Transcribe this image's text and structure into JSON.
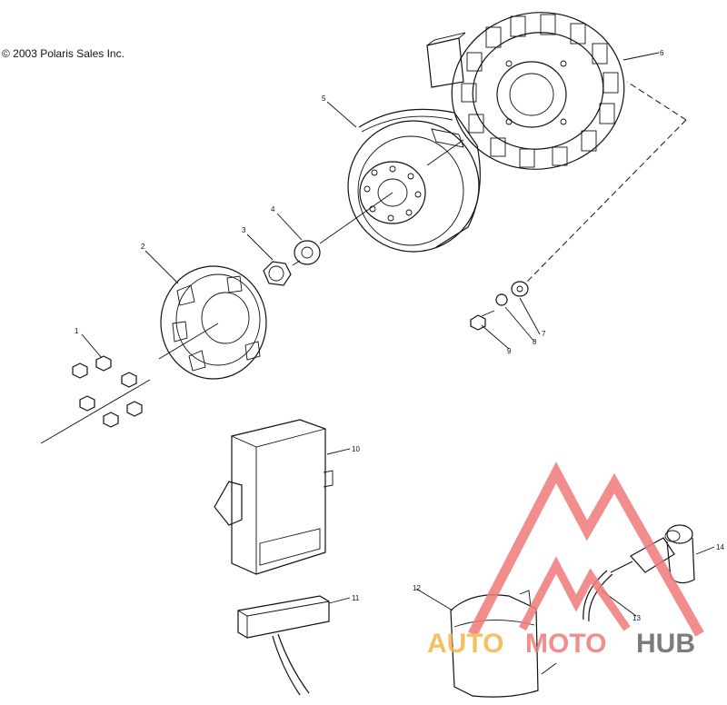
{
  "copyright": "© 2003 Polaris Sales Inc.",
  "callouts": [
    "1",
    "2",
    "3",
    "4",
    "5",
    "6",
    "7",
    "8",
    "9",
    "10",
    "11",
    "12",
    "13",
    "14"
  ],
  "watermark": {
    "part1": "AUTO",
    "part2": "MOTO",
    "part3": "HUB",
    "color_orange": "#f6b54a",
    "color_red": "#f07a7a",
    "color_gray": "#666666"
  }
}
